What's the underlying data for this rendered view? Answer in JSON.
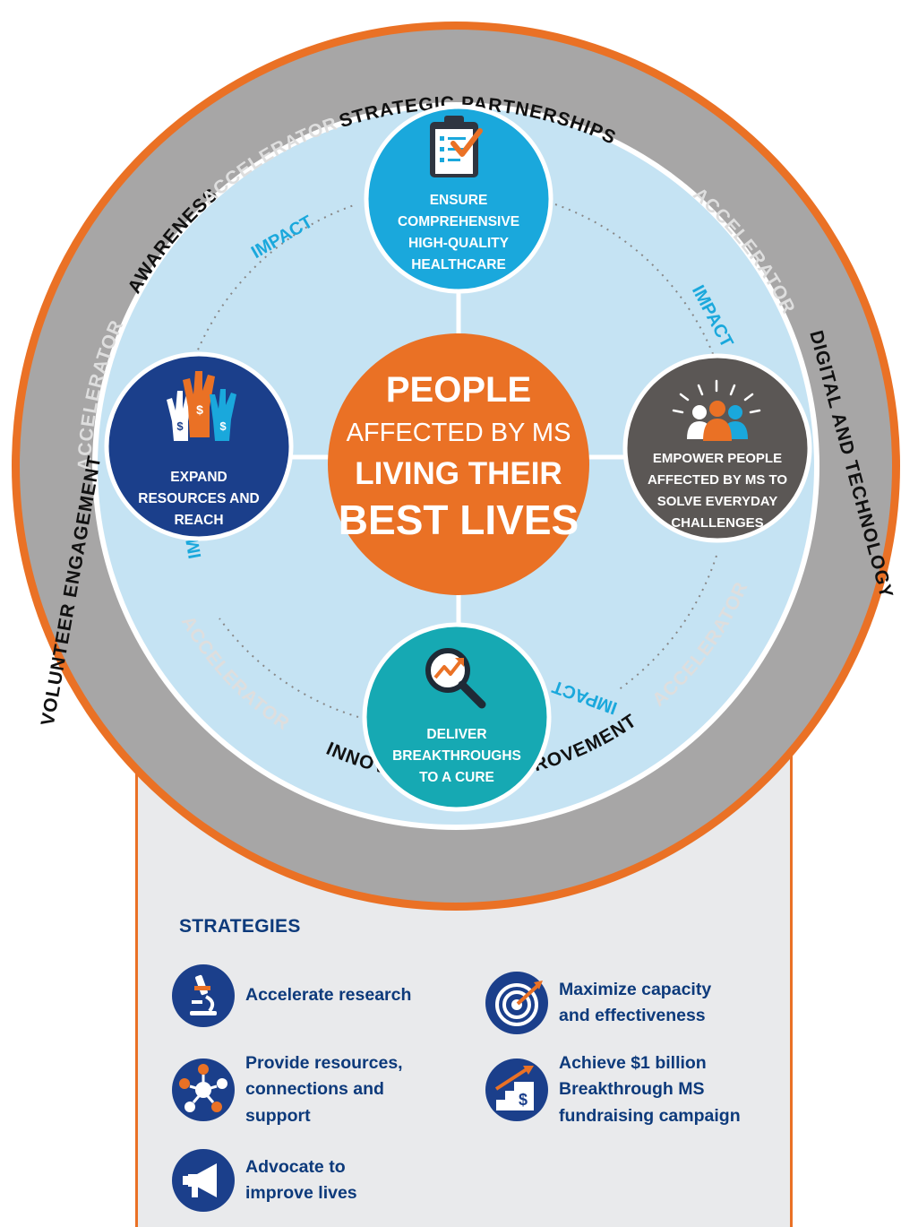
{
  "center": {
    "line1": "PEOPLE",
    "line2": "AFFECTED BY MS",
    "line3": "LIVING THEIR",
    "line4": "BEST LIVES"
  },
  "goals": {
    "top": [
      "ENSURE",
      "COMPREHENSIVE",
      "HIGH-QUALITY",
      "HEALTHCARE"
    ],
    "left": [
      "EXPAND",
      "RESOURCES AND",
      "REACH"
    ],
    "right": [
      "EMPOWER PEOPLE",
      "AFFECTED BY MS TO",
      "SOLVE EVERYDAY",
      "CHALLENGES"
    ],
    "bottom": [
      "DELIVER",
      "BREAKTHROUGHS",
      "TO A CURE"
    ]
  },
  "impact_label": "IMPACT",
  "ring": {
    "strategic_partnerships": "STRATEGIC PARTNERSHIPS",
    "awareness": "AWARENESS",
    "digital_and_technology": "DIGITAL AND TECHNOLOGY",
    "volunteer_engagement": "VOLUNTEER ENGAGEMENT",
    "innovation_and_improvement": "INNOVATION AND IMPROVEMENT",
    "accelerator": "ACCELERATOR"
  },
  "strategies": {
    "title": "STRATEGIES",
    "accelerate_research": "Accelerate research",
    "maximize_capacity": [
      "Maximize capacity",
      "and effectiveness"
    ],
    "provide_resources": [
      "Provide resources,",
      "connections and",
      "support"
    ],
    "achieve_billion": [
      "Achieve $1 billion",
      "Breakthrough MS",
      "fundraising campaign"
    ],
    "advocate": [
      "Advocate to",
      "improve lives"
    ]
  },
  "icons": {
    "clipboard": "clipboard-check-icon",
    "hands": "raised-hands-dollar-icon",
    "people": "people-group-icon",
    "magnifier": "magnifier-trend-icon",
    "microscope": "microscope-icon",
    "target": "target-icon",
    "network": "network-people-icon",
    "megaphone": "megaphone-icon",
    "growth": "growth-dollar-icon"
  },
  "colors": {
    "ring_orange": "#ea7125",
    "ring_gray": "#a7a6a6",
    "light_blue": "#c5e3f3",
    "top_blue": "#1aa8dc",
    "left_navy": "#1b3f8b",
    "right_gray": "#5b5755",
    "bottom_teal": "#16a9b3",
    "text_navy": "#0d3a7b"
  }
}
